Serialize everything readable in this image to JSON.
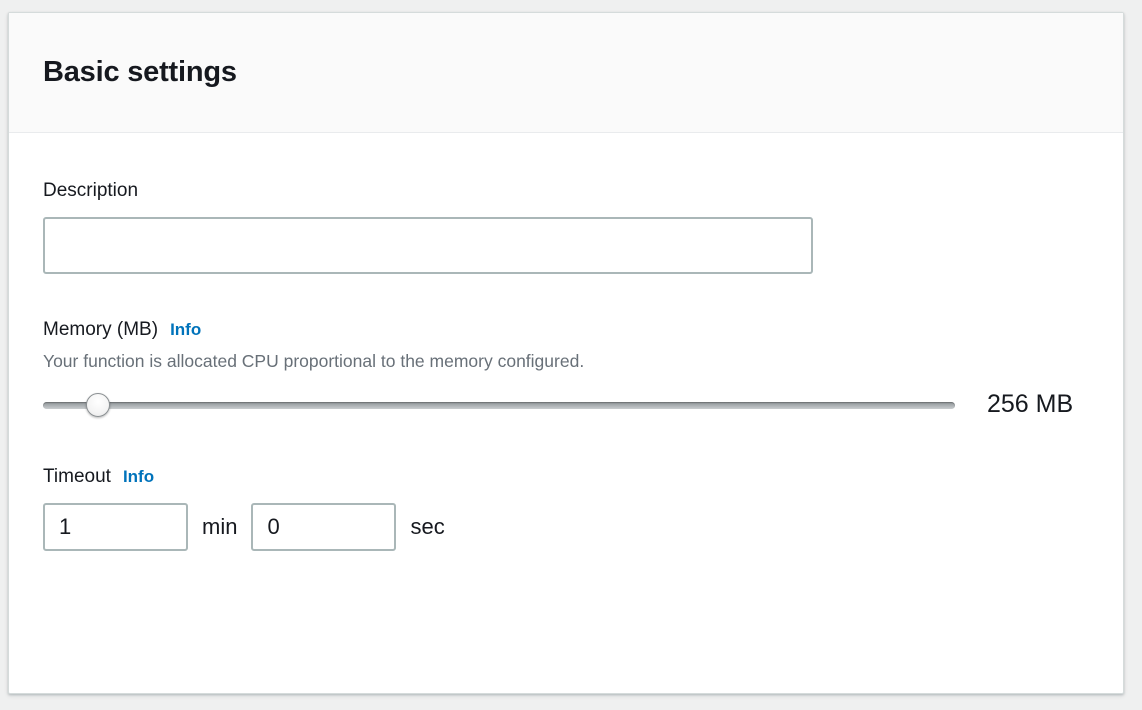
{
  "panel": {
    "title": "Basic settings"
  },
  "description": {
    "label": "Description",
    "value": "",
    "placeholder": ""
  },
  "memory": {
    "label": "Memory (MB)",
    "info_label": "Info",
    "hint": "Your function is allocated CPU proportional to the memory configured.",
    "value_label": "256 MB",
    "slider_value": "256",
    "slider_min": "128",
    "slider_max": "3008"
  },
  "timeout": {
    "label": "Timeout",
    "info_label": "Info",
    "minutes_value": "1",
    "minutes_unit": "min",
    "seconds_value": "0",
    "seconds_unit": "sec"
  },
  "colors": {
    "accent_link": "#0073bb",
    "header_bg": "#fafafa",
    "input_border": "#aab7b8",
    "text_primary": "#16191f",
    "text_secondary": "#687078",
    "page_bg": "#eff0f0"
  }
}
